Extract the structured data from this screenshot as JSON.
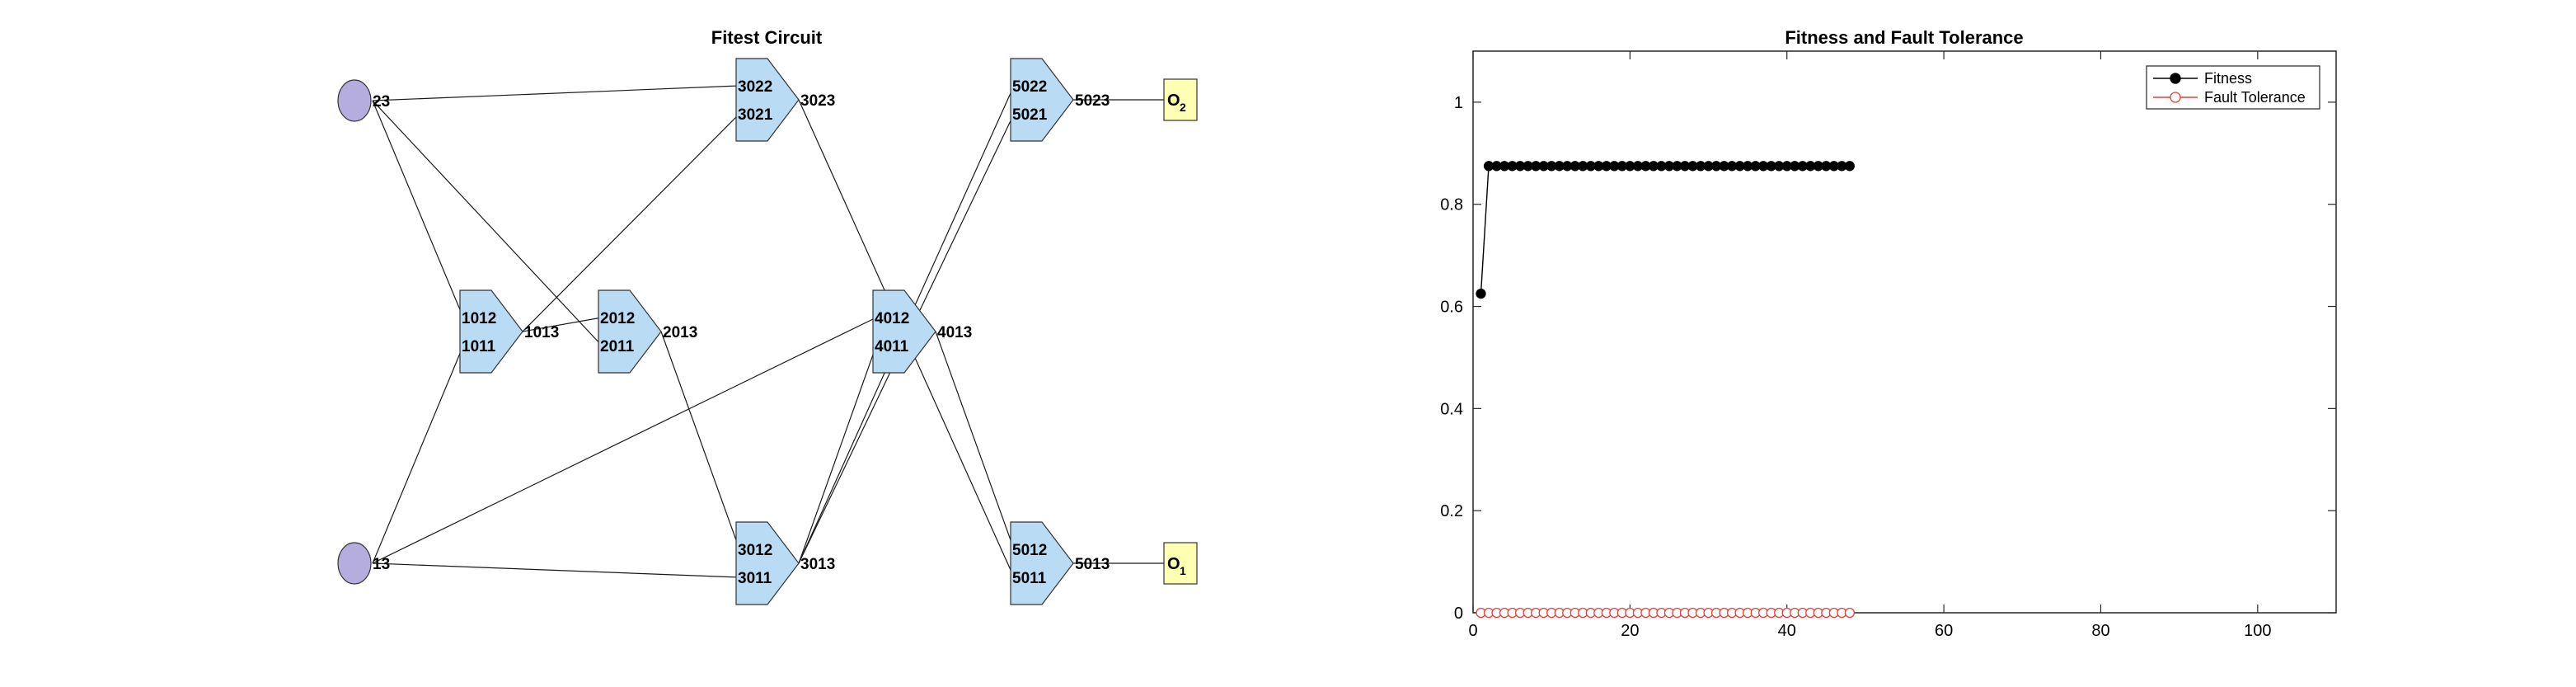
{
  "circuit": {
    "title": "Fitest Circuit",
    "gate_color": "#b9dcf4",
    "input_color": "#b6addf",
    "output_color": "#ffffb3",
    "inputs": [
      {
        "id": "in23",
        "label": "23"
      },
      {
        "id": "in13",
        "label": "13"
      }
    ],
    "gates": [
      {
        "id": "g1",
        "in_a": "1012",
        "in_b": "1011",
        "out": "1013"
      },
      {
        "id": "g2",
        "in_a": "2012",
        "in_b": "2011",
        "out": "2013"
      },
      {
        "id": "g3t",
        "in_a": "3022",
        "in_b": "3021",
        "out": "3023"
      },
      {
        "id": "g3b",
        "in_a": "3012",
        "in_b": "3011",
        "out": "3013"
      },
      {
        "id": "g4",
        "in_a": "4012",
        "in_b": "4011",
        "out": "4013"
      },
      {
        "id": "g5t",
        "in_a": "5022",
        "in_b": "5021",
        "out": "5023"
      },
      {
        "id": "g5b",
        "in_a": "5012",
        "in_b": "5011",
        "out": "5013"
      }
    ],
    "outputs": [
      {
        "id": "o2",
        "label": "O",
        "sub": "2"
      },
      {
        "id": "o1",
        "label": "O",
        "sub": "1"
      }
    ],
    "wires": [
      [
        "in23",
        "g3t.a"
      ],
      [
        "in23",
        "g1.a"
      ],
      [
        "in23",
        "g2.b"
      ],
      [
        "in13",
        "g1.b"
      ],
      [
        "in13",
        "g4.a"
      ],
      [
        "in13",
        "g3b.b"
      ],
      [
        "g1.out",
        "g2.a"
      ],
      [
        "g1.out",
        "g3t.b"
      ],
      [
        "g2.out",
        "g3b.a"
      ],
      [
        "g3t.out",
        "g5b.b"
      ],
      [
        "g3b.out",
        "g5t.a"
      ],
      [
        "g3b.out",
        "g5t.b"
      ],
      [
        "g3b.out",
        "g4.b"
      ],
      [
        "g4.out",
        "g5b.a"
      ],
      [
        "g5t.out",
        "o2"
      ],
      [
        "g5b.out",
        "o1"
      ]
    ]
  },
  "chart_data": {
    "type": "line",
    "title": "Fitness and Fault Tolerance",
    "xlim": [
      0,
      110
    ],
    "ylim": [
      0,
      1.1
    ],
    "xticks": [
      0,
      20,
      40,
      60,
      80,
      100
    ],
    "yticks": [
      0,
      0.2,
      0.4,
      0.6,
      0.8,
      1
    ],
    "xtick_labels": [
      "0",
      "20",
      "40",
      "60",
      "80",
      "100"
    ],
    "ytick_labels": [
      "0",
      "0.2",
      "0.4",
      "0.6",
      "0.8",
      "1"
    ],
    "grid": false,
    "legend_position": "top-right",
    "series": [
      {
        "name": "Fitness",
        "color": "#000000",
        "marker": "filled-circle",
        "x": [
          1,
          2,
          3,
          4,
          5,
          6,
          7,
          8,
          9,
          10,
          11,
          12,
          13,
          14,
          15,
          16,
          17,
          18,
          19,
          20,
          21,
          22,
          23,
          24,
          25,
          26,
          27,
          28,
          29,
          30,
          31,
          32,
          33,
          34,
          35,
          36,
          37,
          38,
          39,
          40,
          41,
          42,
          43,
          44,
          45,
          46,
          47,
          48
        ],
        "values": [
          0.625,
          0.875,
          0.875,
          0.875,
          0.875,
          0.875,
          0.875,
          0.875,
          0.875,
          0.875,
          0.875,
          0.875,
          0.875,
          0.875,
          0.875,
          0.875,
          0.875,
          0.875,
          0.875,
          0.875,
          0.875,
          0.875,
          0.875,
          0.875,
          0.875,
          0.875,
          0.875,
          0.875,
          0.875,
          0.875,
          0.875,
          0.875,
          0.875,
          0.875,
          0.875,
          0.875,
          0.875,
          0.875,
          0.875,
          0.875,
          0.875,
          0.875,
          0.875,
          0.875,
          0.875,
          0.875,
          0.875,
          0.875
        ]
      },
      {
        "name": "Fault Tolerance",
        "color": "#e8413c",
        "marker": "open-circle",
        "x": [
          1,
          2,
          3,
          4,
          5,
          6,
          7,
          8,
          9,
          10,
          11,
          12,
          13,
          14,
          15,
          16,
          17,
          18,
          19,
          20,
          21,
          22,
          23,
          24,
          25,
          26,
          27,
          28,
          29,
          30,
          31,
          32,
          33,
          34,
          35,
          36,
          37,
          38,
          39,
          40,
          41,
          42,
          43,
          44,
          45,
          46,
          47,
          48
        ],
        "values": [
          0,
          0,
          0,
          0,
          0,
          0,
          0,
          0,
          0,
          0,
          0,
          0,
          0,
          0,
          0,
          0,
          0,
          0,
          0,
          0,
          0,
          0,
          0,
          0,
          0,
          0,
          0,
          0,
          0,
          0,
          0,
          0,
          0,
          0,
          0,
          0,
          0,
          0,
          0,
          0,
          0,
          0,
          0,
          0,
          0,
          0,
          0,
          0
        ]
      }
    ]
  }
}
